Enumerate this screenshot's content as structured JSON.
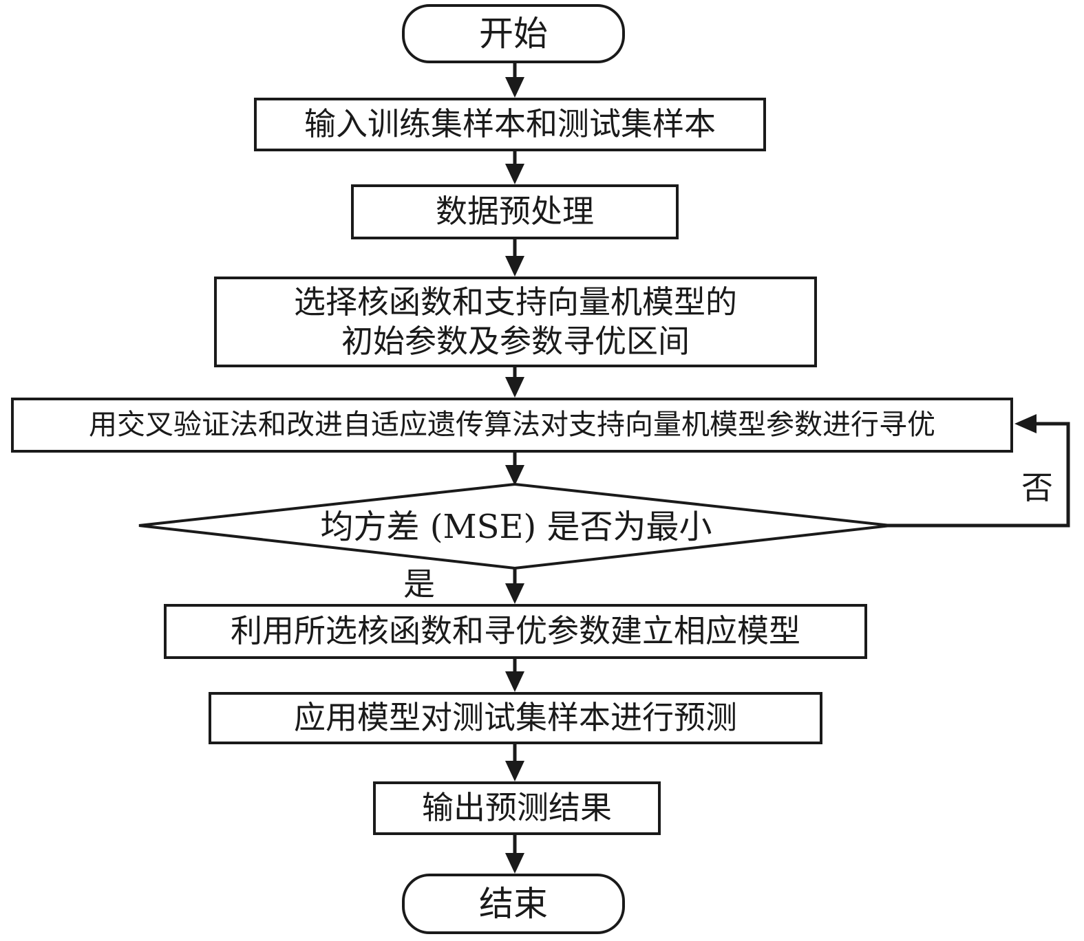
{
  "flowchart": {
    "start": "开始",
    "step_input": "输入训练集样本和测试集样本",
    "step_preprocess": "数据预处理",
    "step_select_line1": "选择核函数和支持向量机模型的",
    "step_select_line2": "初始参数及参数寻优区间",
    "step_optimize": "用交叉验证法和改进自适应遗传算法对支持向量机模型参数进行寻优",
    "decision": "均方差 (MSE) 是否为最小",
    "decision_no": "否",
    "decision_yes": "是",
    "step_build": "利用所选核函数和寻优参数建立相应模型",
    "step_apply": "应用模型对测试集样本进行预测",
    "step_output": "输出预测结果",
    "end": "结束"
  },
  "colors": {
    "line": "#1a1a1a",
    "background": "#ffffff"
  }
}
